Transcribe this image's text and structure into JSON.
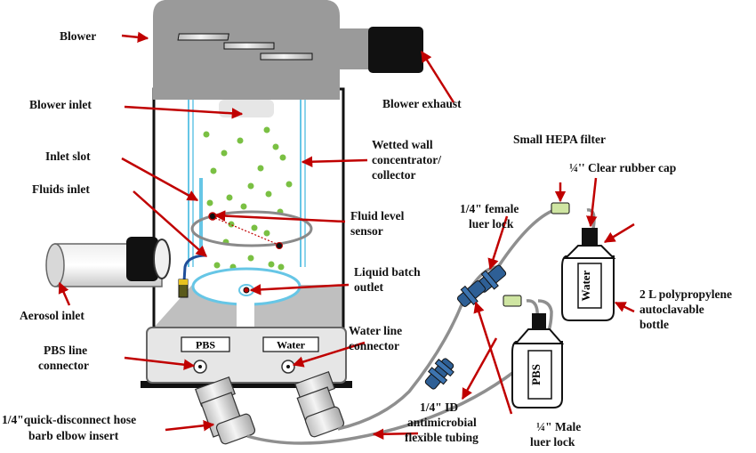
{
  "labels": {
    "blower": "Blower",
    "blower_inlet": "Blower inlet",
    "inlet_slot": "Inlet slot",
    "fluids_inlet": "Fluids inlet",
    "aerosol_inlet": "Aerosol inlet",
    "pbs_line_connector_1": "PBS line",
    "pbs_line_connector_2": "connector",
    "quick_disconnect_1": "1/4\"quick-disconnect hose",
    "quick_disconnect_2": "barb elbow insert",
    "blower_exhaust": "Blower exhaust",
    "wetted_wall_1": "Wetted wall",
    "wetted_wall_2": "concentrator/",
    "wetted_wall_3": "collector",
    "fluid_level_1": "Fluid level",
    "fluid_level_2": "sensor",
    "liquid_batch_1": "Liquid batch",
    "liquid_batch_2": "outlet",
    "water_line_1": "Water line",
    "water_line_2": "connector",
    "female_luer_1": "1/4\" female",
    "female_luer_2": "luer lock",
    "small_hepa": "Small HEPA filter",
    "rubber_cap": "¼'' Clear rubber cap",
    "bottle_1": "2 L polypropylene",
    "bottle_2": "autoclavable",
    "bottle_3": "bottle",
    "tubing_1": "1/4\" ID",
    "tubing_2": "antimicrobial",
    "tubing_3": "flexible tubing",
    "male_luer_1": "¼\" Male",
    "male_luer_2": "luer lock"
  },
  "panel": {
    "pbs": "PBS",
    "water": "Water"
  },
  "bottles": {
    "water": "Water",
    "pbs": "PBS"
  },
  "colors": {
    "arrow": "#c00000",
    "blower_gray": "#9a9a9a",
    "panel_gray": "#d0d0d0",
    "drop_green": "#7ac043",
    "wall_blue": "#66c6e6",
    "luer_blue": "#2e5f95"
  }
}
